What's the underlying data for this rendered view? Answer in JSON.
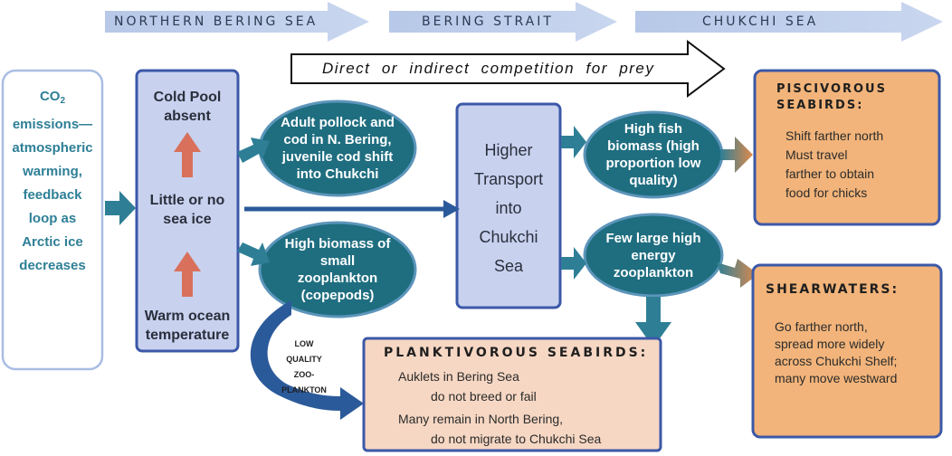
{
  "regions": [
    "NORTHERN BERING SEA",
    "BERING STRAIT",
    "CHUKCHI SEA"
  ],
  "competition_label": "Direct  or  indirect  competition  for  prey",
  "co2_box": {
    "co2_main": "CO",
    "co2_sub": "2",
    "lines": [
      "emissions—",
      "atmospheric",
      "warming,",
      "feedback",
      "loop as",
      "Arctic ice",
      "decreases"
    ]
  },
  "conditions": {
    "cold_pool": "Cold Pool absent",
    "sea_ice": "Little or no sea ice",
    "warm_ocean": "Warm ocean temperature"
  },
  "ovals": {
    "pollock": "Adult pollock and cod in N. Bering, juvenile cod shift into Chukchi",
    "zooplankton_small": "High biomass of small zooplankton (copepods)",
    "high_fish": "High fish biomass (high proportion low quality)",
    "few_large": "Few large high energy zooplankton"
  },
  "transport": [
    "Higher",
    "Transport",
    "into",
    "Chukchi",
    "Sea"
  ],
  "low_quality": [
    "LOW",
    "QUALITY",
    "ZOO-",
    "PLANKTON"
  ],
  "piscivorous": {
    "title_line1": "PISCIVOROUS",
    "title_line2": "SEABIRDS:",
    "line1": "Shift farther north",
    "line2": "Must travel",
    "line3": "farther to obtain",
    "line4": "food for chicks"
  },
  "shearwaters": {
    "title": "SHEARWATERS:",
    "line1": "Go farther north,",
    "line2": "spread more widely",
    "line3": "across Chukchi Shelf;",
    "line4": "many move westward"
  },
  "planktivorous": {
    "title": "PLANKTIVOROUS SEABIRDS:",
    "line1": "Auklets in Bering Sea",
    "line2": "do not breed or fail",
    "line3": "Many remain in North Bering,",
    "line4": "do not migrate to Chukchi Sea"
  },
  "colors": {
    "band_arrow": "#bccce9",
    "condition_fill": "#c8d2ef",
    "oval_fill": "#1f6e80",
    "box_border": "#3c58a8",
    "orange_fill": "#f2b47a",
    "peach_fill": "#f6d7c3",
    "connector_arrow": "#2e7f96",
    "red_arrow": "#d9705c"
  }
}
